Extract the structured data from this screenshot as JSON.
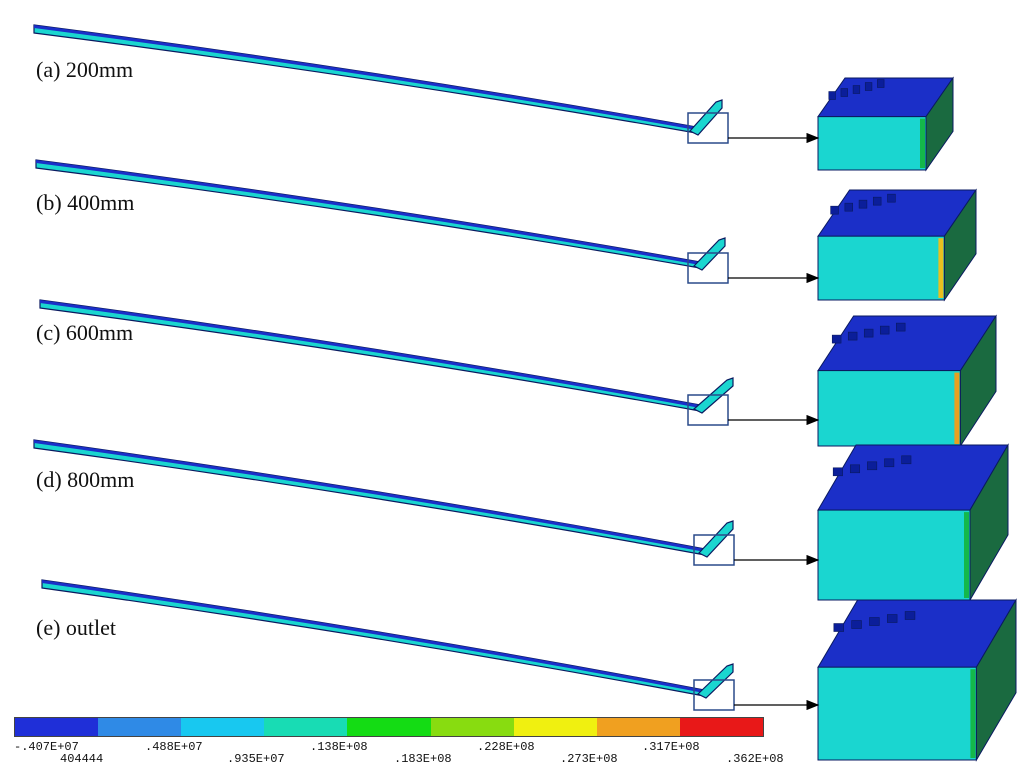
{
  "cases": [
    {
      "label": "(a) 200mm"
    },
    {
      "label": "(b) 400mm"
    },
    {
      "label": "(c) 600mm"
    },
    {
      "label": "(d) 800mm"
    },
    {
      "label": "(e) outlet"
    }
  ],
  "legend": {
    "colors": [
      "#1f2fd8",
      "#2f8ae6",
      "#18c8f0",
      "#18dcb4",
      "#14dc14",
      "#88dc10",
      "#f0f010",
      "#f0a020",
      "#e81818"
    ],
    "ticks": [
      ".407E+07",
      "404444",
      ".488E+07",
      ".935E+07",
      ".138E+08",
      ".183E+08",
      ".228E+08",
      ".273E+08",
      ".317E+08",
      ".362E+08"
    ],
    "tick_signs": [
      "-",
      "",
      "",
      "",
      "",
      "",
      "",
      "",
      "",
      ""
    ]
  },
  "palette": {
    "beam_top": "#1b2fc8",
    "beam_side": "#1ad6d0",
    "beam_dark": "#0a1a60",
    "detail_box": "#2a4a8a",
    "arrow": "#000000"
  }
}
